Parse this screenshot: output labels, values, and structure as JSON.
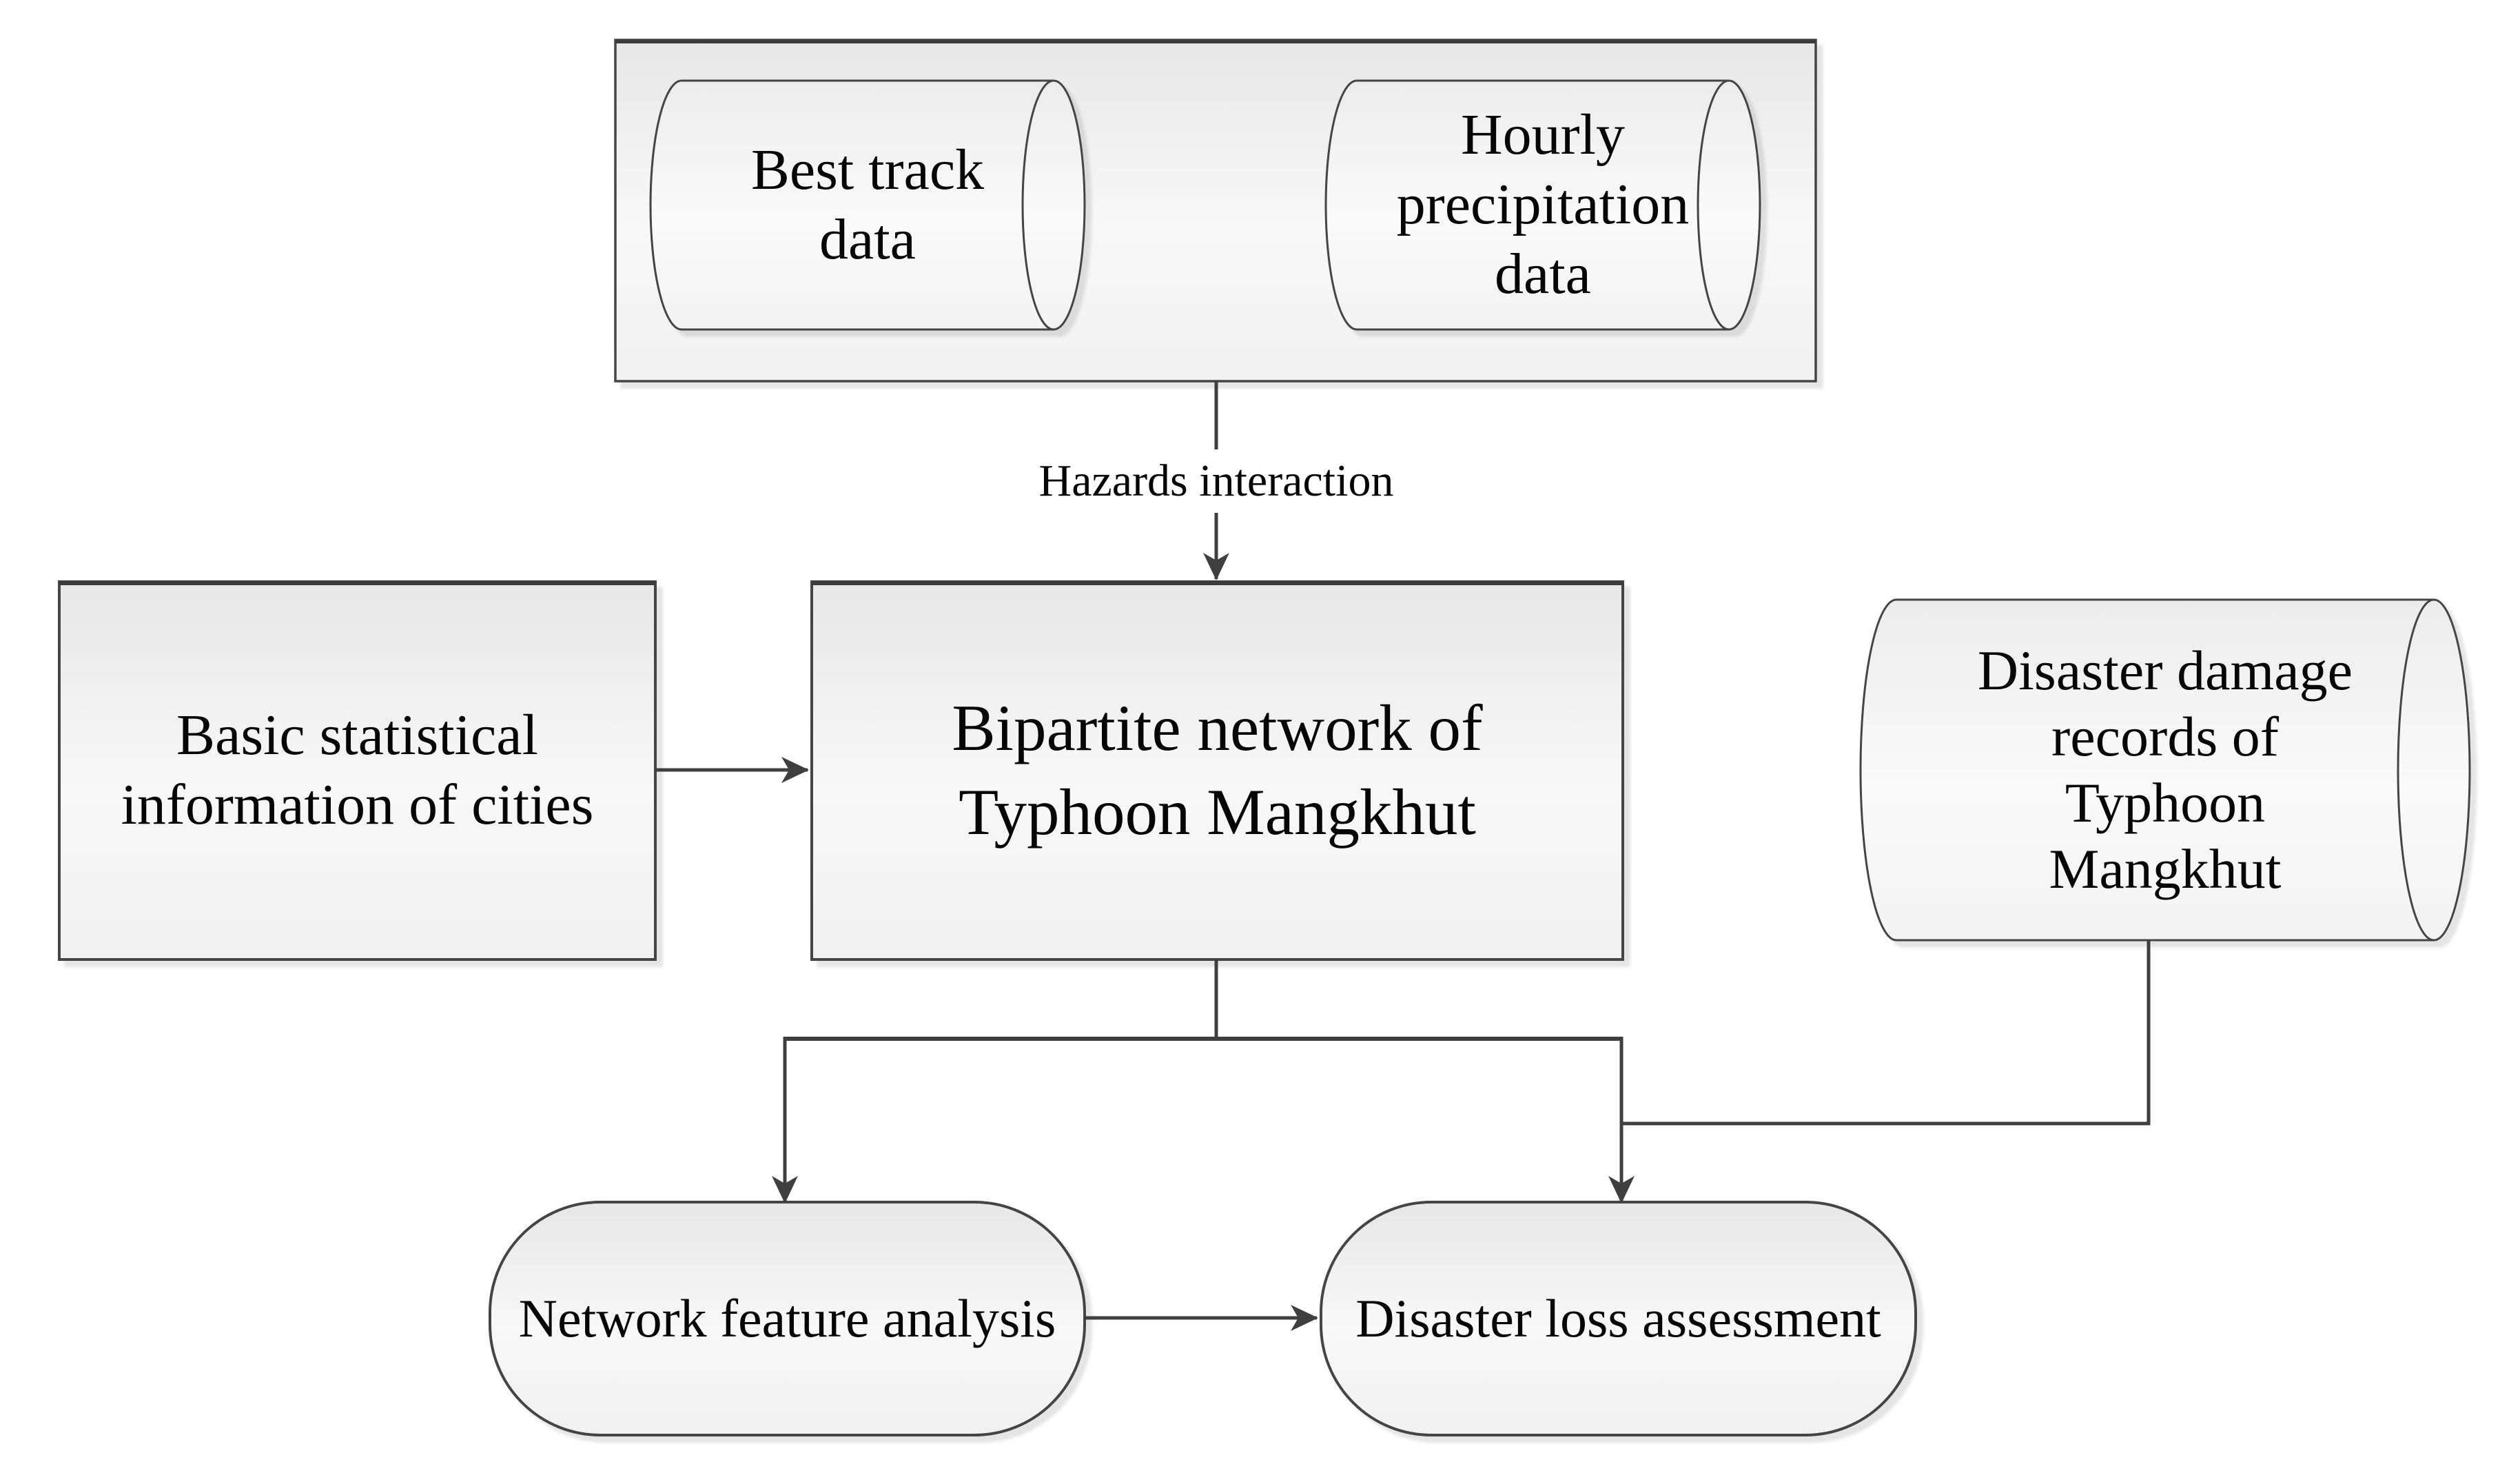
{
  "figure": {
    "type": "flowchart",
    "description": "Methodology flowchart for bipartite-network-based disaster assessment of Typhoon Mangkhut"
  },
  "nodes": {
    "best_track": {
      "shape": "cylinder",
      "lines": [
        "Best track",
        "data"
      ]
    },
    "hourly_precipitation": {
      "shape": "cylinder",
      "lines": [
        "Hourly",
        "precipitation",
        "data"
      ]
    },
    "basic_statistics": {
      "shape": "rectangle",
      "lines": [
        "Basic statistical",
        "information of cities"
      ]
    },
    "bipartite_network": {
      "shape": "rectangle",
      "lines": [
        "Bipartite network of",
        "Typhoon Mangkhut"
      ]
    },
    "damage_records": {
      "shape": "cylinder",
      "lines": [
        "Disaster damage",
        "records of",
        "Typhoon",
        "Mangkhut"
      ]
    },
    "network_feature": {
      "shape": "terminator",
      "lines": [
        "Network feature analysis"
      ]
    },
    "disaster_loss": {
      "shape": "terminator",
      "lines": [
        "Disaster loss assessment"
      ]
    }
  },
  "edges": {
    "hazards_label": "Hazards interaction",
    "connections": [
      {
        "from": "input data container (best track + hourly precipitation)",
        "to": "bipartite_network",
        "label": "Hazards interaction"
      },
      {
        "from": "basic_statistics",
        "to": "bipartite_network",
        "label": ""
      },
      {
        "from": "bipartite_network",
        "to": "network_feature",
        "label": ""
      },
      {
        "from": "bipartite_network",
        "to": "disaster_loss",
        "label": ""
      },
      {
        "from": "damage_records",
        "to": "disaster_loss",
        "label": ""
      },
      {
        "from": "network_feature",
        "to": "disaster_loss",
        "label": ""
      }
    ]
  },
  "colors": {
    "background": "#ffffff",
    "connector_line": "#3f3f3f",
    "shape_border": "#444444",
    "shape_fill_top": "#e7e7e7",
    "shape_fill_mid": "#f8f8f8",
    "shape_fill_bottom": "#f1f1f1",
    "text": "#060606"
  }
}
